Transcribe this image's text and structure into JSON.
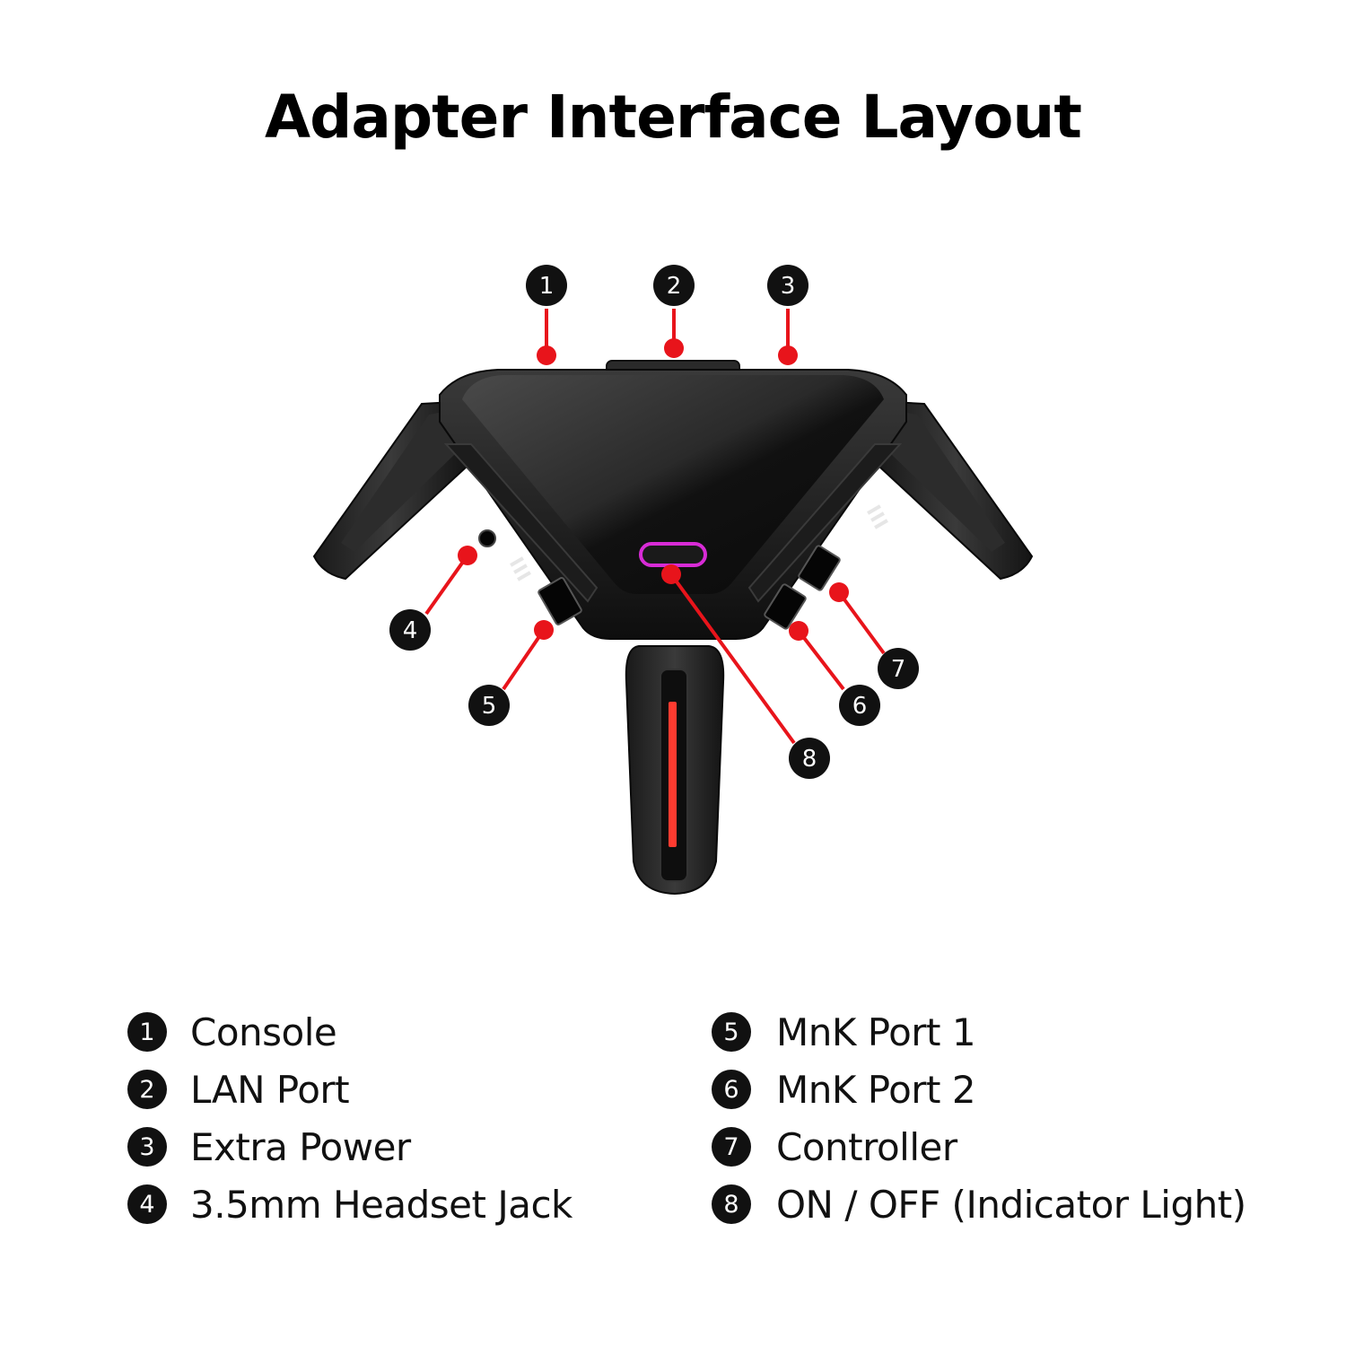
{
  "title": "Adapter Interface Layout",
  "colors": {
    "callout_red": "#e8141b",
    "badge": "#111111",
    "indicator_ring": "#d82bd6",
    "grip_stripe": "#ff3b30"
  },
  "callouts": [
    {
      "num": "1"
    },
    {
      "num": "2"
    },
    {
      "num": "3"
    },
    {
      "num": "4"
    },
    {
      "num": "5"
    },
    {
      "num": "6"
    },
    {
      "num": "7"
    },
    {
      "num": "8"
    }
  ],
  "legend": {
    "left": [
      {
        "num": "1",
        "label": "Console"
      },
      {
        "num": "2",
        "label": "LAN Port"
      },
      {
        "num": "3",
        "label": "Extra Power"
      },
      {
        "num": "4",
        "label": "3.5mm Headset Jack"
      }
    ],
    "right": [
      {
        "num": "5",
        "label": "MnK Port 1"
      },
      {
        "num": "6",
        "label": "MnK Port 2"
      },
      {
        "num": "7",
        "label": "Controller"
      },
      {
        "num": "8",
        "label": "ON / OFF (Indicator Light)"
      }
    ]
  }
}
